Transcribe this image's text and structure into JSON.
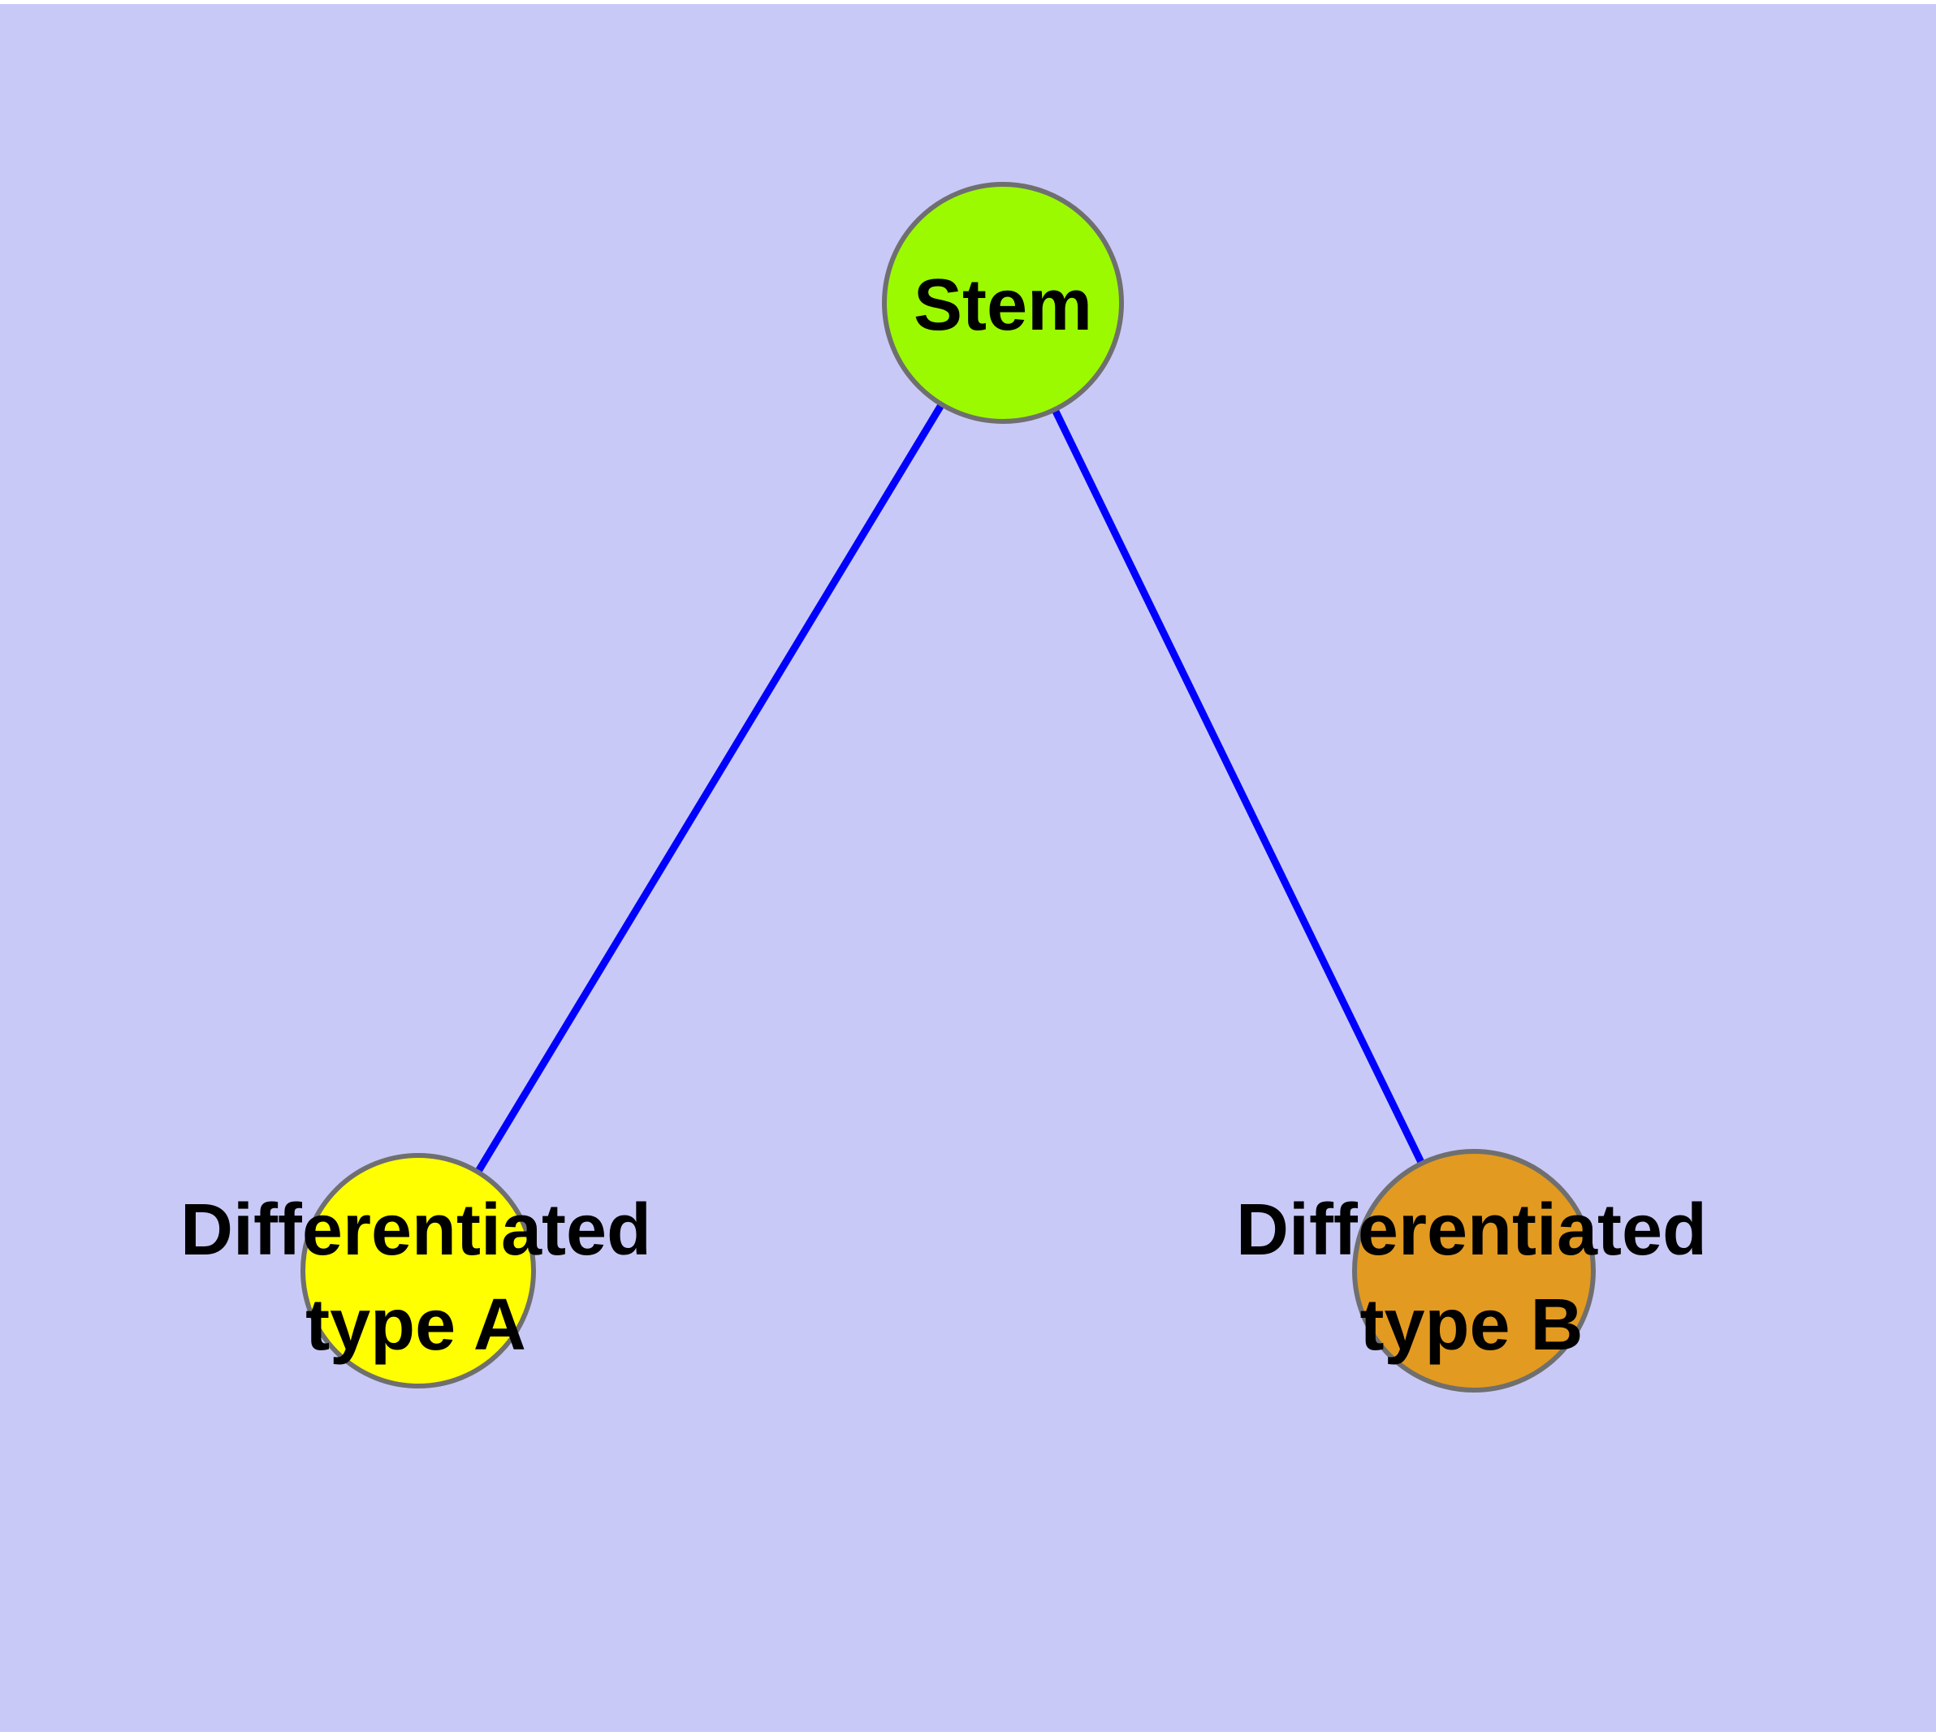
{
  "diagram": {
    "type": "graph",
    "background_color": "#C9C9F7",
    "page_border_color": "#FFFFFF",
    "edge_color": "#0000FF",
    "node_border_color": "#6F6F6F",
    "label_color": "#000000",
    "nodes": [
      {
        "id": "stem",
        "label": "Stem",
        "lines": [
          "Stem"
        ],
        "fill": "#9BFA00"
      },
      {
        "id": "differentiated-type-a",
        "label": "Differentiated type A",
        "lines": [
          "Differentiated",
          "type A"
        ],
        "fill": "#FFFF00"
      },
      {
        "id": "differentiated-type-b",
        "label": "Differentiated type B",
        "lines": [
          "Differentiated",
          "type B"
        ],
        "fill": "#E39A20"
      }
    ],
    "edges": [
      {
        "from": "Stem",
        "to": "Differentiated type A"
      },
      {
        "from": "Stem",
        "to": "Differentiated type B"
      }
    ]
  }
}
